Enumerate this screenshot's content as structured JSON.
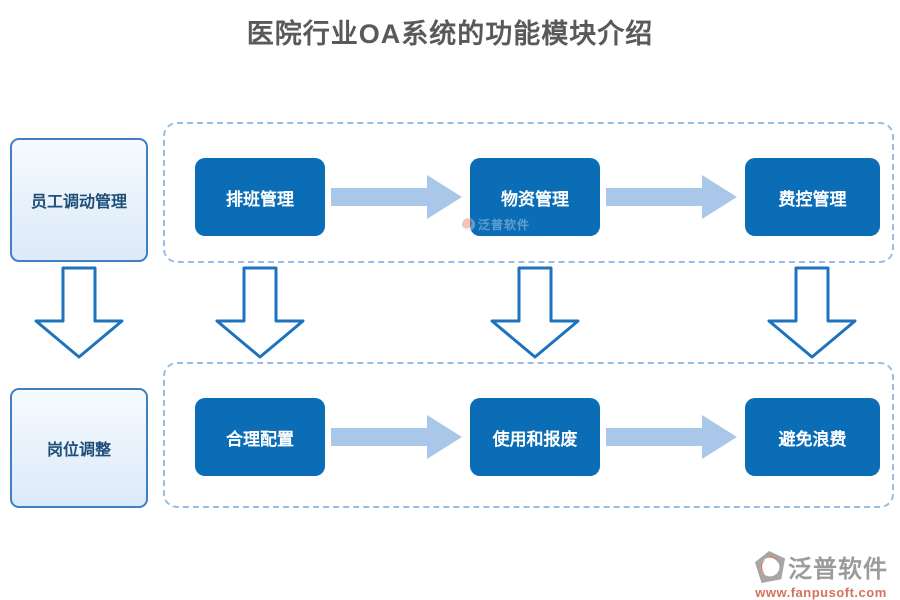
{
  "title": "医院行业OA系统的功能模块介绍",
  "left_column": {
    "boxes": [
      {
        "label": "员工调动管理"
      },
      {
        "label": "岗位调整"
      }
    ]
  },
  "top_group": {
    "boxes": [
      {
        "label": "排班管理"
      },
      {
        "label": "物资管理"
      },
      {
        "label": "费控管理"
      }
    ]
  },
  "bottom_group": {
    "boxes": [
      {
        "label": "合理配置"
      },
      {
        "label": "使用和报废"
      },
      {
        "label": "避免浪费"
      }
    ]
  },
  "watermark": {
    "text": "泛普软件"
  },
  "footer": {
    "brand": "泛普软件",
    "url": "www.fanpusoft.com"
  },
  "colors": {
    "module_blue": "#0b6db6",
    "arrow_fill": "#a9c7e9",
    "arrow_outline": "#1e73be",
    "dashed_border": "#97bde7",
    "side_box_border": "#3f80c1",
    "side_box_text": "#1f4e79",
    "title_text": "#595959",
    "brand_gray": "#9b9b9b",
    "url_orange": "#d4735a"
  }
}
